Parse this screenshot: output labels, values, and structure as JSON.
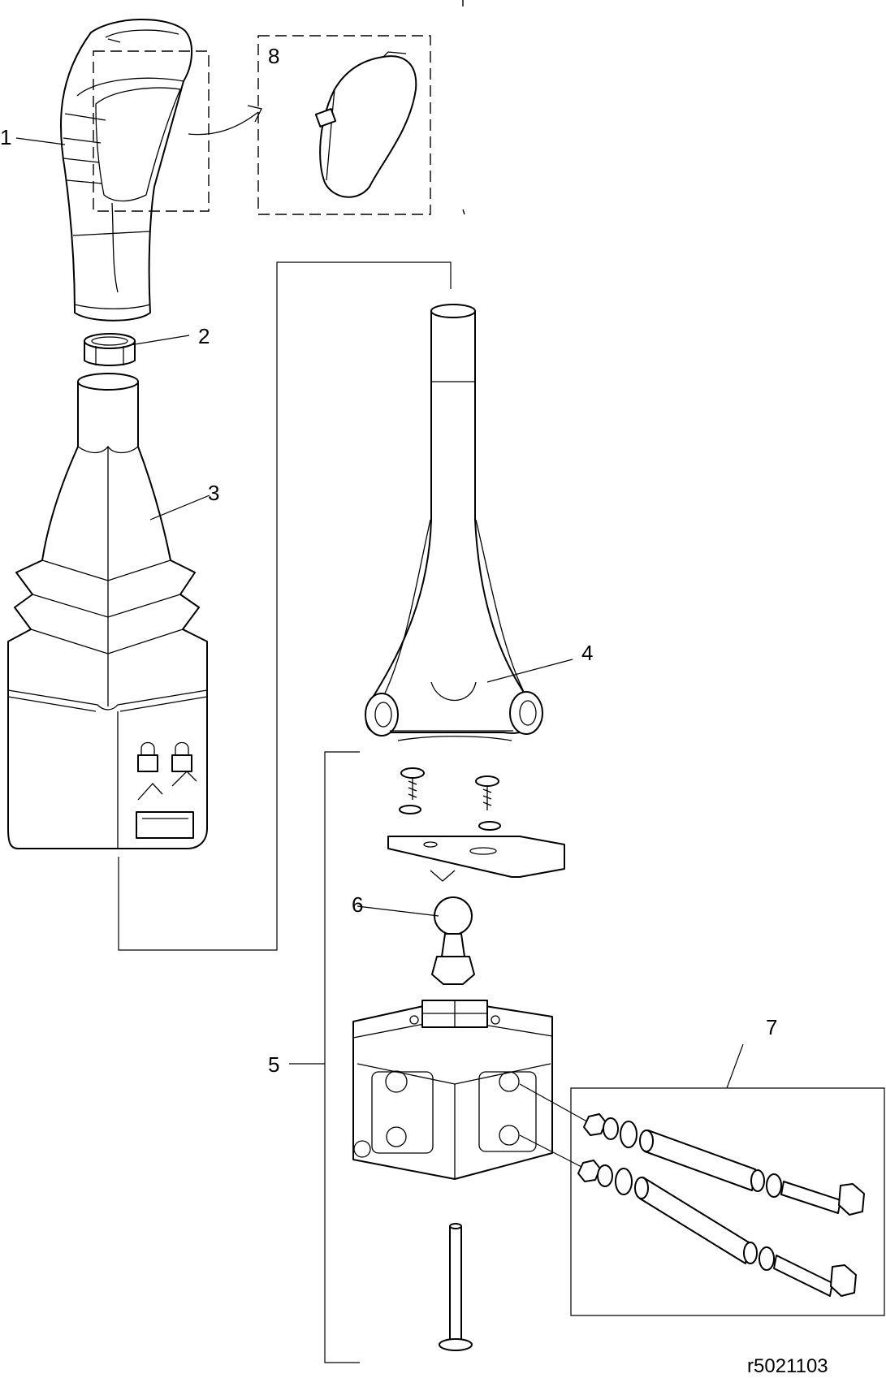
{
  "diagram": {
    "callouts": [
      {
        "id": "1",
        "label": "1"
      },
      {
        "id": "2",
        "label": "2"
      },
      {
        "id": "3",
        "label": "3"
      },
      {
        "id": "4",
        "label": "4"
      },
      {
        "id": "5",
        "label": "5"
      },
      {
        "id": "6",
        "label": "6"
      },
      {
        "id": "7",
        "label": "7"
      },
      {
        "id": "8",
        "label": "8"
      }
    ],
    "reference": "r5021103",
    "line_color": "#000000",
    "background": "#ffffff"
  }
}
